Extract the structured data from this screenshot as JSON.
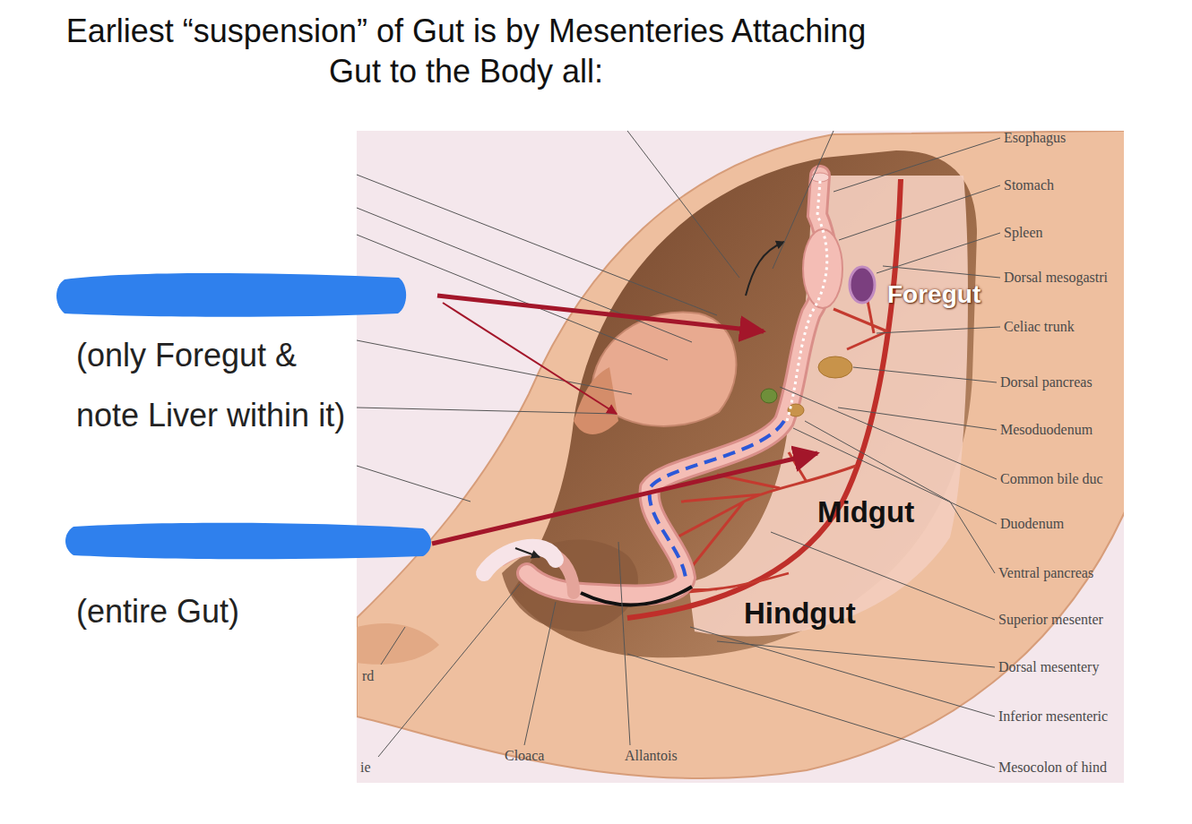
{
  "diagram": {
    "title": "Earliest “suspension” of Gut is by Mesenteries Attaching Gut to the Body all:",
    "labels": [
      "(only Foregut & note Liver within it)",
      "(entire Gut)",
      "Esophagus",
      "Stomach",
      "Spleen",
      "Dorsal mesogastri",
      "Foregut",
      "Celiac trunk",
      "Dorsal pancreas",
      "Mesoduodenum",
      "Common bile duc",
      "Duodenum",
      "Midgut",
      "Ventral pancreas",
      "Hindgut",
      "Superior mesenter",
      "Dorsal mesentery",
      "Inferior mesenteric",
      "Mesocolon of hind",
      "rd",
      "ie",
      "Cloaca",
      "Allantois"
    ]
  }
}
